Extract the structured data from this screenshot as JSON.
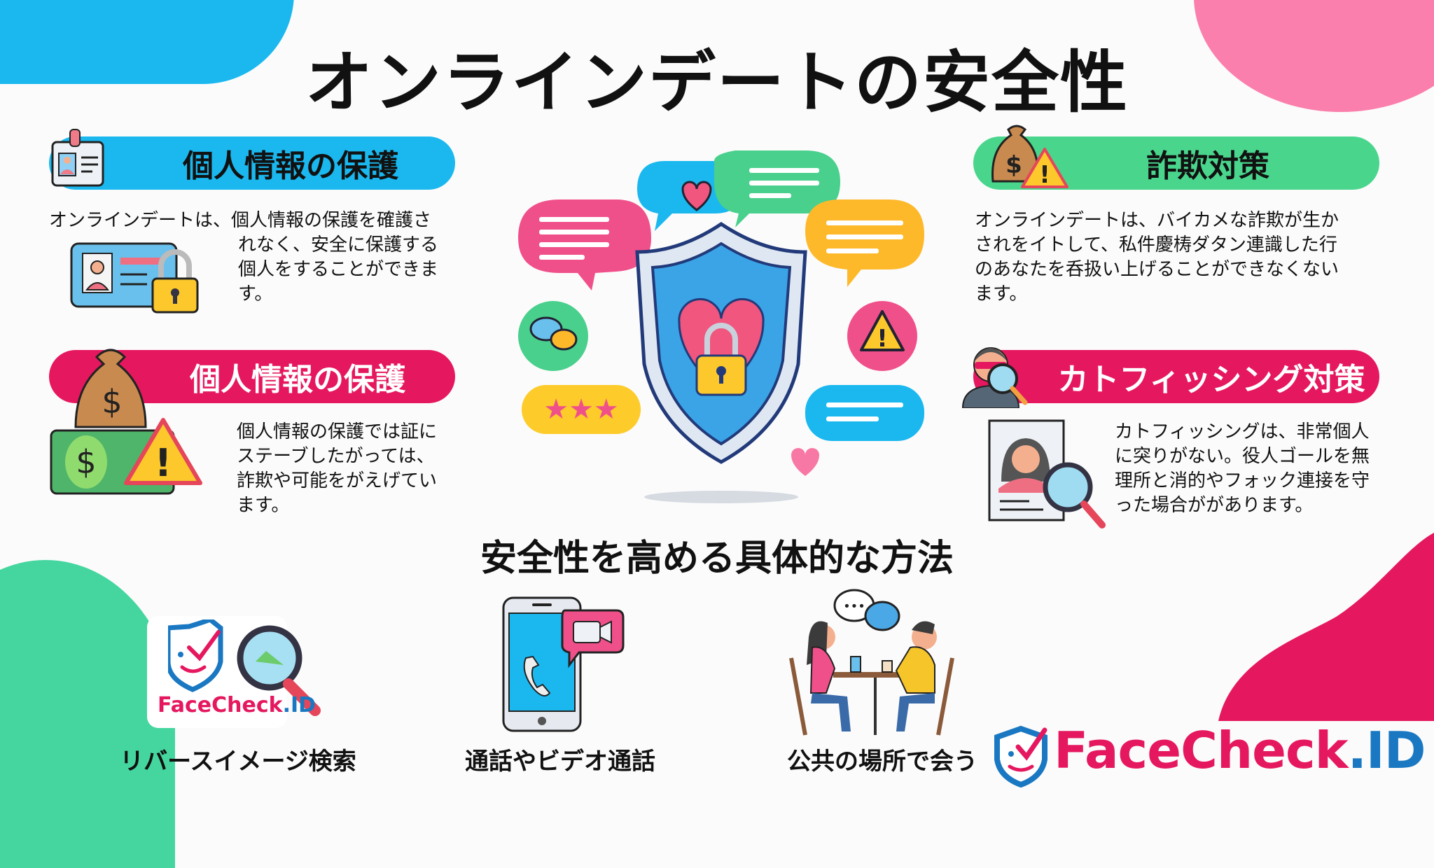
{
  "title": "オンラインデートの安全性",
  "sections": [
    {
      "heading": "個人情報の保護",
      "color": "#1ab8ef",
      "text_color": "#111111",
      "icon": "id-badge-icon",
      "body_lines": [
        "オンラインデートは、個人情報の保護を確護さ",
        "れなく、安全に保護する",
        "個人をすることができま",
        "す。"
      ],
      "illustration": "id-card-lock-icon"
    },
    {
      "heading": "個人情報の保護",
      "color": "#e5185f",
      "text_color": "#ffffff",
      "icon": "money-bag-icon",
      "body_lines": [
        "個人情報の保護では証に",
        "ステーブしたがっては、",
        "詐欺や可能をがえげてい",
        "ます。"
      ],
      "illustration": "money-warning-icon"
    },
    {
      "heading": "詐欺対策",
      "color": "#49d68c",
      "text_color": "#111111",
      "icon": "money-bag-warning-icon",
      "body_lines": [
        "オンラインデートは、バイカメな詐欺が生か",
        "されをイトして、私件慶梼ダタン連識した行",
        "のあなたを呑扱い上げることができなくない",
        "ます。"
      ]
    },
    {
      "heading": "カトフィッシング対策",
      "color": "#e5185f",
      "text_color": "#ffffff",
      "icon": "masked-person-magnifier-icon",
      "body_lines": [
        "カトフィッシングは、非常個人",
        "に突りがない。役人ゴールを無",
        "理所と消的やフォック連接を守",
        "った場合ががあります。"
      ],
      "illustration": "profile-magnifier-icon"
    }
  ],
  "center_illustration": "shield-heart-lock-icon",
  "methods_title": "安全性を高める具体的な方法",
  "methods": [
    {
      "label": "リバースイメージ検索",
      "icon": "facecheck-magnifier-icon",
      "badge_text": "FaceCheck.ID"
    },
    {
      "label": "通話やビデオ通話",
      "icon": "phone-video-call-icon"
    },
    {
      "label": "公共の場所で会う",
      "icon": "couple-cafe-meeting-icon"
    }
  ],
  "brand": {
    "name_part1": "FaceCheck",
    "name_part2": ".ID",
    "color1": "#e5185f",
    "color2": "#1a78c2"
  },
  "colors": {
    "blue": "#1ab8ef",
    "pink": "#fb7fac",
    "green": "#45d6a0",
    "magenta": "#e5185f"
  }
}
